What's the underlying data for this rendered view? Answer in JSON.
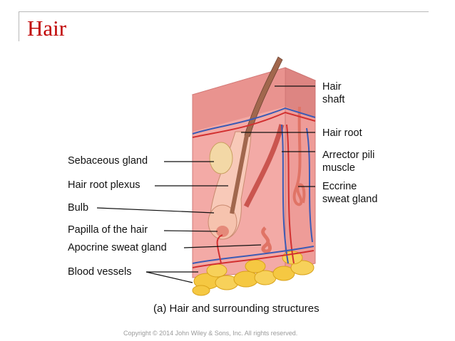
{
  "slide": {
    "title": "Hair",
    "caption": "(a) Hair and surrounding structures",
    "copyright": "Copyright © 2014 John Wiley & Sons, Inc. All rights reserved."
  },
  "labels": {
    "left": [
      "Sebaceous gland",
      "Hair root plexus",
      "Bulb",
      "Papilla of the hair",
      "Apocrine sweat gland",
      "Blood vessels"
    ],
    "right_hair_shaft": [
      "Hair",
      "shaft"
    ],
    "right_hair_root": "Hair root",
    "right_arrector": [
      "Arrector pili",
      "muscle"
    ],
    "right_eccrine": [
      "Eccrine",
      "sweat gland"
    ]
  },
  "colors": {
    "title": "#c00000",
    "skin": "#f2a3a3",
    "dermis": "#e98c8c",
    "fat": "#f5c842",
    "vein": "#3b5bb5",
    "artery": "#d23030"
  }
}
